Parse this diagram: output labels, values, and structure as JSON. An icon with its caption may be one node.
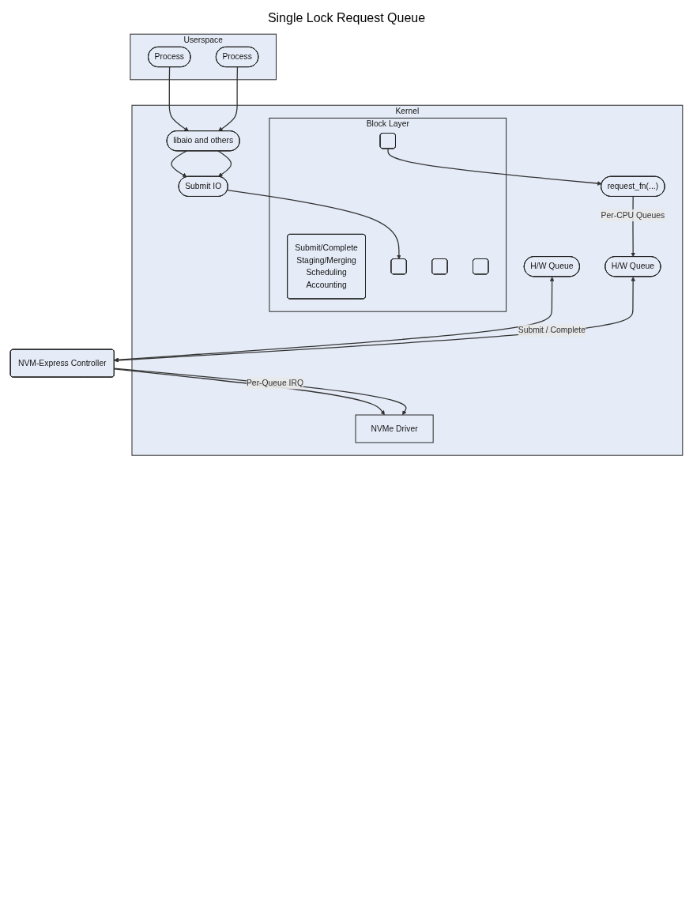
{
  "diagram": {
    "nodes": [
      {
        "text": [
          "Userspace"
        ]
      },
      {
        "text": [
          "Process"
        ],
        "in": 0
      },
      {
        "text": [
          "Process"
        ],
        "in": 0
      },
      {
        "text": [
          "Kernel"
        ]
      },
      {
        "text": [
          "libaio and others"
        ],
        "in": 3
      },
      {
        "text": [
          "Submit IO"
        ],
        "in": 3
      },
      {
        "text": [
          "Block Layer"
        ],
        "in": 3
      },
      {
        "text": [
          "Submit/Complete",
          "Staging/Merging",
          "Scheduling",
          "Accounting"
        ],
        "in": 6
      },
      {
        "text": [],
        "shape": "box",
        "in": 6
      },
      {
        "text": [],
        "shape": "box",
        "in": 6
      },
      {
        "text": [],
        "shape": "box",
        "in": 6
      },
      {
        "text": [],
        "shape": "box",
        "in": 6
      },
      {
        "text": [
          "request_fn(...)"
        ],
        "in": 3
      },
      {
        "text": [
          "NVMe Driver"
        ],
        "in": 3
      },
      {
        "text": [
          "H/W Queue"
        ],
        "in": 3
      },
      {
        "text": [
          "H/W Queue"
        ],
        "in": 3
      },
      {
        "text": [
          "NVM-Express Controller"
        ]
      }
    ],
    "edges": [
      {
        "from": 1,
        "to": 4,
        "arrow": "to"
      },
      {
        "from": 2,
        "to": 4,
        "arrow": "to"
      },
      {
        "from": 4,
        "to": 5,
        "arrow": "to"
      },
      {
        "from": 4,
        "to": 5,
        "arrow": "to"
      },
      {
        "from": 5,
        "to": 8,
        "arrow": "to"
      },
      {
        "from": 11,
        "to": 12,
        "arrow": "to"
      },
      {
        "from": 12,
        "to": 14,
        "arrow": "to",
        "label": "Per-CPU Queues"
      },
      {
        "from": 14,
        "to": 16,
        "arrow": "both"
      },
      {
        "from": 15,
        "to": 16,
        "arrow": "both",
        "label": "Submit / Complete"
      },
      {
        "from": 16,
        "to": 13,
        "arrow": "to",
        "label": "Per-Queue IRQ"
      },
      {
        "from": 16,
        "to": 13,
        "arrow": "to"
      }
    ],
    "labels": [
      "Single Lock Request Queue"
    ]
  }
}
